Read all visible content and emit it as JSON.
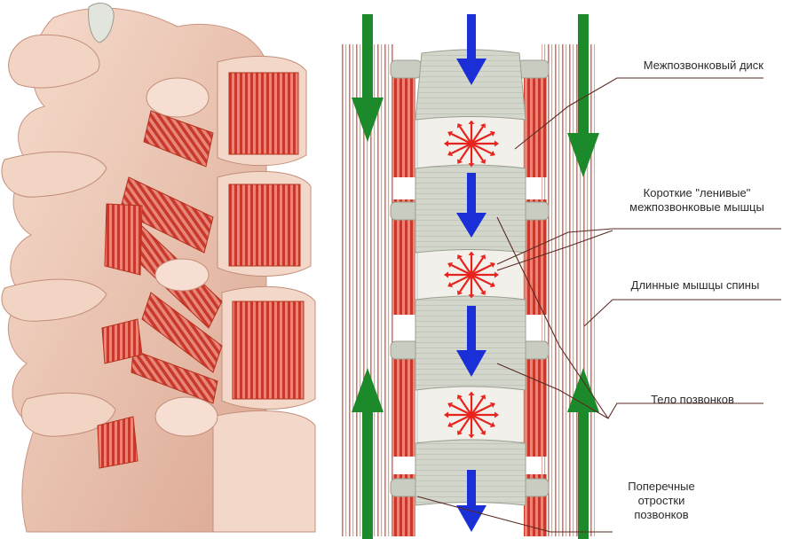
{
  "labels": {
    "disc": "Межпозвонковый диск",
    "short_muscles_line1": "Короткие \"ленивые\"",
    "short_muscles_line2": "межпозвонковые мышцы",
    "long_muscles": "Длинные мышцы спины",
    "vertebra_body": "Тело позвонков",
    "processes_line1": "Поперечные",
    "processes_line2": "отростки",
    "processes_line3": "позвонков"
  },
  "colors": {
    "bone": "#efcdbd",
    "bone_shade": "#d9a792",
    "muscle": "#d54a3a",
    "muscle_light": "#e8897b",
    "vertebra_gray": "#cfd3c7",
    "disc_fill": "#f3f1ec",
    "arrow_blue": "#1b2fd6",
    "arrow_green": "#1c8a2a",
    "pressure_red": "#e8221c",
    "leader_line": "#5a2a22",
    "text": "#2b2b2b"
  },
  "icons": {
    "compression": "arrow-down-icon",
    "support": "arrow-vertical-icon",
    "pressure": "starburst-icon"
  }
}
